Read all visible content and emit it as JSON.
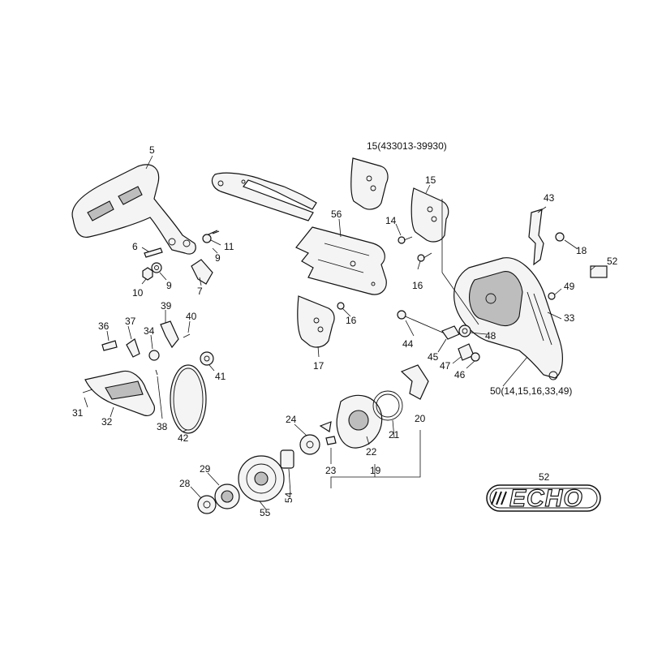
{
  "diagram": {
    "callouts": {
      "c5": "5",
      "c6": "6",
      "c7": "7",
      "c9a": "9",
      "c9b": "9",
      "c10": "10",
      "c11": "11",
      "c14": "14",
      "c15": "15",
      "c15b": "15(433013-39930)",
      "c16a": "16",
      "c16b": "16",
      "c17": "17",
      "c18": "18",
      "c19": "19",
      "c20": "20",
      "c21": "21",
      "c22": "22",
      "c23": "23",
      "c24": "24",
      "c28": "28",
      "c29": "29",
      "c31": "31",
      "c32": "32",
      "c33": "33",
      "c34": "34",
      "c36": "36",
      "c37": "37",
      "c38": "38",
      "c39": "39",
      "c40": "40",
      "c41": "41",
      "c42": "42",
      "c43": "43",
      "c44": "44",
      "c45": "45",
      "c46": "46",
      "c47": "47",
      "c48": "48",
      "c49": "49",
      "c50": "50(14,15,16,33,49)",
      "c52a": "52",
      "c52b": "52",
      "c54": "54",
      "c55": "55",
      "c56": "56"
    },
    "logo": {
      "text": "ECHO"
    }
  }
}
